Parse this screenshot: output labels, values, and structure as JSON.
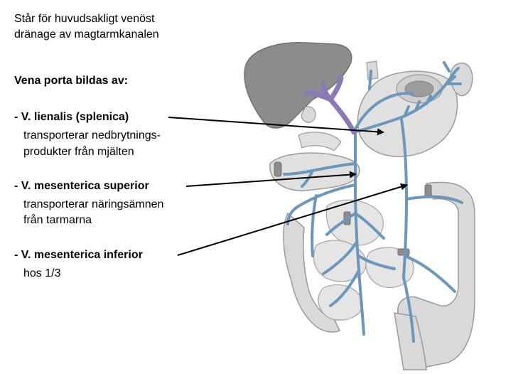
{
  "intro": {
    "line1": "Står för huvudsakligt venöst",
    "line2": "dränage av magtarmkanalen"
  },
  "heading": "Vena porta bildas av:",
  "items": [
    {
      "title": "- V. lienalis (splenica)",
      "desc1": "transporterar nedbrytnings-",
      "desc2": "produkter från mjälten"
    },
    {
      "title": "- V. mesenterica superior",
      "desc1": "transporterar näringsämnen",
      "desc2": "från tarmarna"
    },
    {
      "title": "- V. mesenterica inferior",
      "desc1": "hos 1/3"
    }
  ],
  "colors": {
    "vein": "#6b97bd",
    "portal_vein": "#8a79b6",
    "organ_fill": "#d9d9d9",
    "liver_fill": "#8c8c8c",
    "organ_stroke": "#9a9a9a"
  }
}
